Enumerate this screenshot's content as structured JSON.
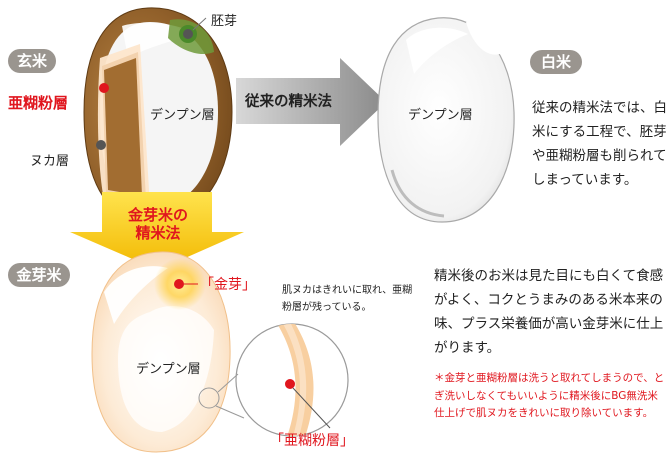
{
  "labels": {
    "genmai": "玄米",
    "hakumai": "白米",
    "kinmemai": "金芽米",
    "haiga": "胚芽",
    "aleurone_top": "亜糊粉層",
    "nuka": "ヌカ層",
    "denpun_1": "デンプン層",
    "denpun_2": "デンプン層",
    "denpun_3": "デンプン層",
    "traditional_method": "従来の精米法",
    "kinme_method_1": "金芽米の",
    "kinme_method_2": "精米法",
    "kinme_bracket": "「金芽」",
    "aleurone_bracket": "「亜糊粉層」"
  },
  "texts": {
    "hakumai_desc": "従来の精米法では、白米にする工程で、胚芽や亜糊粉層も削られてしまっています。",
    "remark": "肌ヌカはきれいに取れ、亜糊粉層が残っている。",
    "kinmemai_desc": "精米後のお米は見た目にも白くて食感がよく、コクとうまみのある米本来の味、プラス栄養価が高い金芽米に仕上がります。",
    "note": "＊金芽と亜糊粉層は洗うと取れてしまうので、とぎ洗いしなくてもいいように精米後にBG無洗米仕上げで肌ヌカをきれいに取り除いています。"
  },
  "colors": {
    "pill_gray": "#9a958f",
    "accent_red": "#e0161e",
    "bran_brown": "#8a5a24",
    "gold_arrow": "#f5c400",
    "gray_arrow": "#8e8e8e"
  }
}
